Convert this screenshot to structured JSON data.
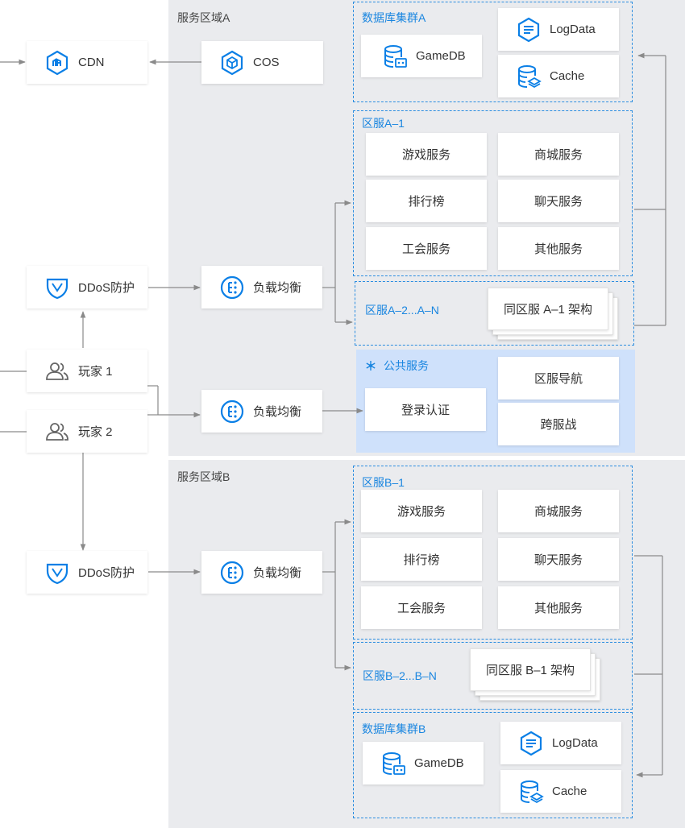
{
  "colors": {
    "accent": "#1a86e0",
    "icon_blue": "#0a7fe6",
    "region_bg": "#eaebee",
    "public_bg": "#cfe1fb",
    "arrow": "#8a8a8a"
  },
  "regionA": {
    "title": "服务区域A",
    "db_cluster": {
      "title": "数据库集群A",
      "gamedb": "GameDB",
      "logdata": "LogData",
      "cache": "Cache"
    },
    "zone1": {
      "title": "区服A–1",
      "services": [
        "游戏服务",
        "商城服务",
        "排行榜",
        "聊天服务",
        "工会服务",
        "其他服务"
      ]
    },
    "zone_n": {
      "label": "区服A–2...A–N",
      "same_arch": "同区服 A–1 架构"
    },
    "public": {
      "title": "公共服务",
      "login": "登录认证",
      "nav": "区服导航",
      "cross": "跨服战"
    }
  },
  "regionB": {
    "title": "服务区域B",
    "zone1": {
      "title": "区服B–1",
      "services": [
        "游戏服务",
        "商城服务",
        "排行榜",
        "聊天服务",
        "工会服务",
        "其他服务"
      ]
    },
    "zone_n": {
      "label": "区服B–2...B–N",
      "same_arch": "同区服 B–1 架构"
    },
    "db_cluster": {
      "title": "数据库集群B",
      "gamedb": "GameDB",
      "logdata": "LogData",
      "cache": "Cache"
    }
  },
  "left": {
    "cdn": "CDN",
    "cos": "COS",
    "ddos_a": "DDoS防护",
    "ddos_b": "DDoS防护",
    "player1": "玩家 1",
    "player2": "玩家 2",
    "lb_a": "负载均衡",
    "lb_public": "负载均衡",
    "lb_b": "负载均衡"
  },
  "icons": {
    "cdn": "cdn-hexagon-icon",
    "cos": "cos-cube-hexagon-icon",
    "ddos": "shield-icon",
    "player": "users-icon",
    "lb": "load-balancer-icon",
    "gamedb": "database-icon",
    "logdata": "log-hexagon-icon",
    "cache": "cache-database-icon",
    "public": "network-star-icon"
  }
}
